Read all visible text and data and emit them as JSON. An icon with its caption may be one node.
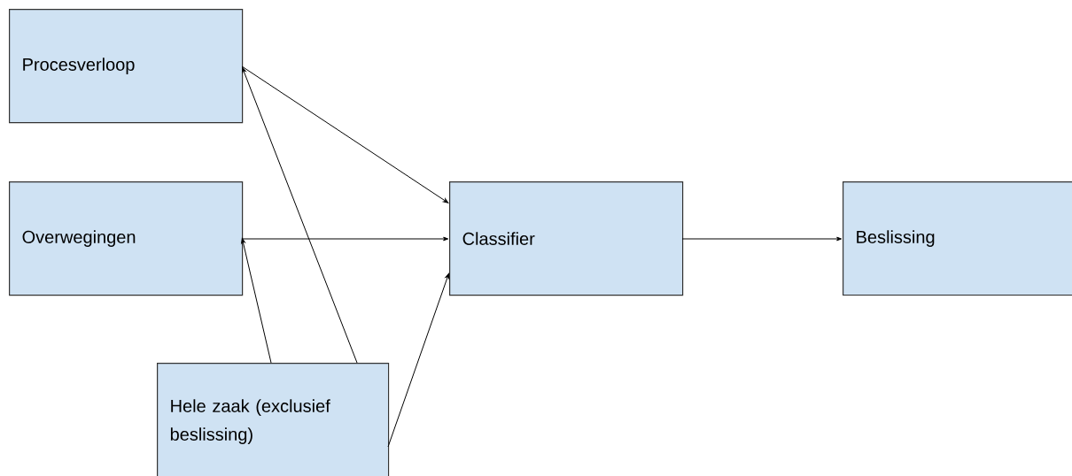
{
  "diagram": {
    "nodes": [
      {
        "text": [
          "Procesverloop"
        ]
      },
      {
        "text": [
          "Overwegingen"
        ]
      },
      {
        "text": [
          "Classifier"
        ]
      },
      {
        "text": [
          "Beslissing"
        ]
      },
      {
        "text": [
          "Hele zaak (exclusief beslissing)"
        ]
      }
    ],
    "edges": [
      {
        "from": 0,
        "to": 2,
        "arrow": "to"
      },
      {
        "from": 1,
        "to": 2,
        "arrow": "to"
      },
      {
        "from": 4,
        "to": 2,
        "arrow": "to"
      },
      {
        "from": 2,
        "to": 3,
        "arrow": "to"
      },
      {
        "from": 4,
        "to": 0,
        "arrow": "to"
      },
      {
        "from": 4,
        "to": 1,
        "arrow": "to"
      }
    ]
  }
}
